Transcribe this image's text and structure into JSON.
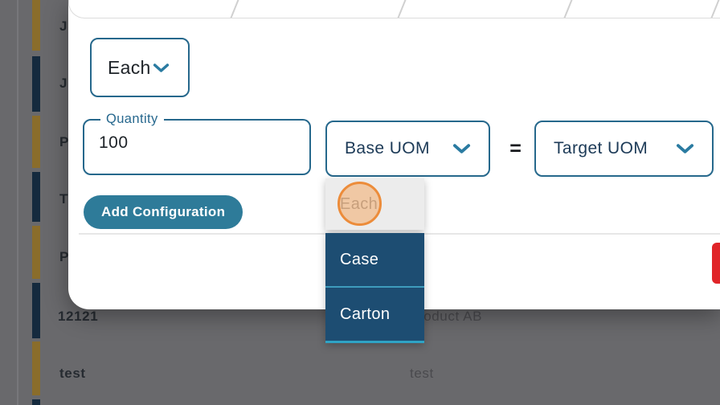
{
  "modal": {
    "unit_select": {
      "value": "Each"
    },
    "quantity_field": {
      "label": "Quantity",
      "value": "100"
    },
    "base_uom_select": {
      "label": "Base UOM"
    },
    "equals_sign": "=",
    "target_uom_select": {
      "label": "Target UOM"
    },
    "add_configuration_button": {
      "label": "Add Configuration"
    },
    "uom_dropdown": {
      "options": [
        {
          "label": "Each",
          "state": "highlighted-disabled"
        },
        {
          "label": "Case",
          "state": "default"
        },
        {
          "label": "Carton",
          "state": "default"
        }
      ]
    }
  },
  "background_table": {
    "rows": [
      {
        "code": "J",
        "bar_color": "gold"
      },
      {
        "code": "J",
        "bar_color": "navy"
      },
      {
        "code": "P",
        "bar_color": "gold"
      },
      {
        "code": "T",
        "bar_color": "navy"
      },
      {
        "code": "P",
        "bar_color": "gold"
      },
      {
        "code": "12121",
        "name": "Product AB",
        "bar_color": "navy"
      },
      {
        "code": "test",
        "name": "test",
        "bar_color": "gold"
      },
      {
        "code": "",
        "bar_color": "navy"
      }
    ]
  },
  "colors": {
    "bg_dim": "#69696c",
    "rail_line": "#77777b",
    "bar_gold": "#8a6d2b",
    "bar_navy": "#152a3e",
    "row_text": "#262b31",
    "row_text_2": "#4a4a4e",
    "teal_border": "#26688c",
    "teal_text": "#1c3a57",
    "label_teal": "#27688e",
    "chevron_teal": "#2a7ba1",
    "button_teal": "#2e7b99",
    "menu_dark": "#1d4d72",
    "menu_divider": "#3e9cbd",
    "menu_bottom": "#2fa3c4",
    "menu_disabled_bg": "#ececec",
    "menu_disabled_text": "#9d9da0",
    "highlight_orange": "#ec8c3a",
    "red_button": "#e02428"
  }
}
